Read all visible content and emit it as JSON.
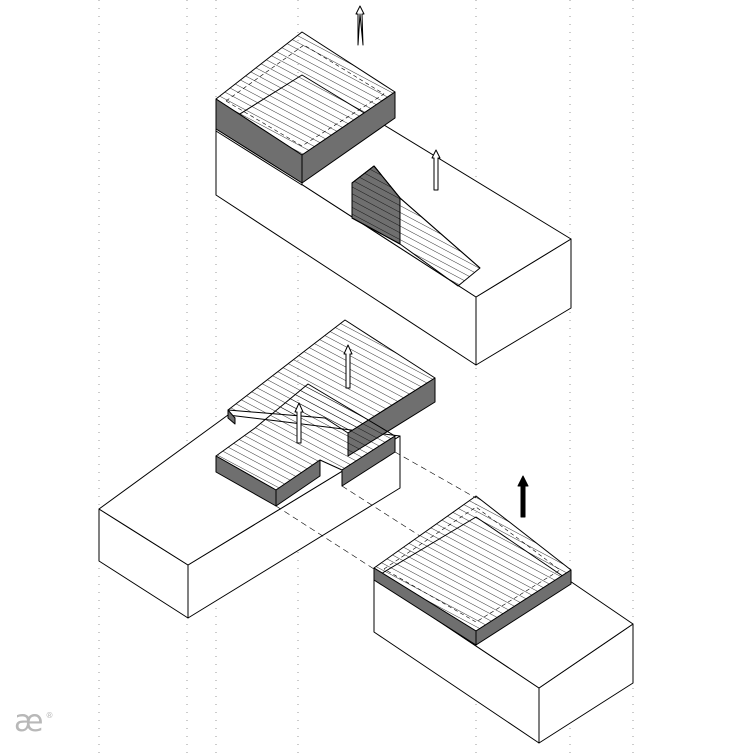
{
  "logo": {
    "text": "æ",
    "mark": "®",
    "color": "#b8b8b8"
  },
  "colors": {
    "line": "#000000",
    "face": "#ffffff",
    "band": "#6f6f6f",
    "hatch": "#000000",
    "guide": "#9a9a9a"
  },
  "icons": [
    "up-arrow-icon",
    "hatched-volume",
    "dotted-guide-line"
  ]
}
